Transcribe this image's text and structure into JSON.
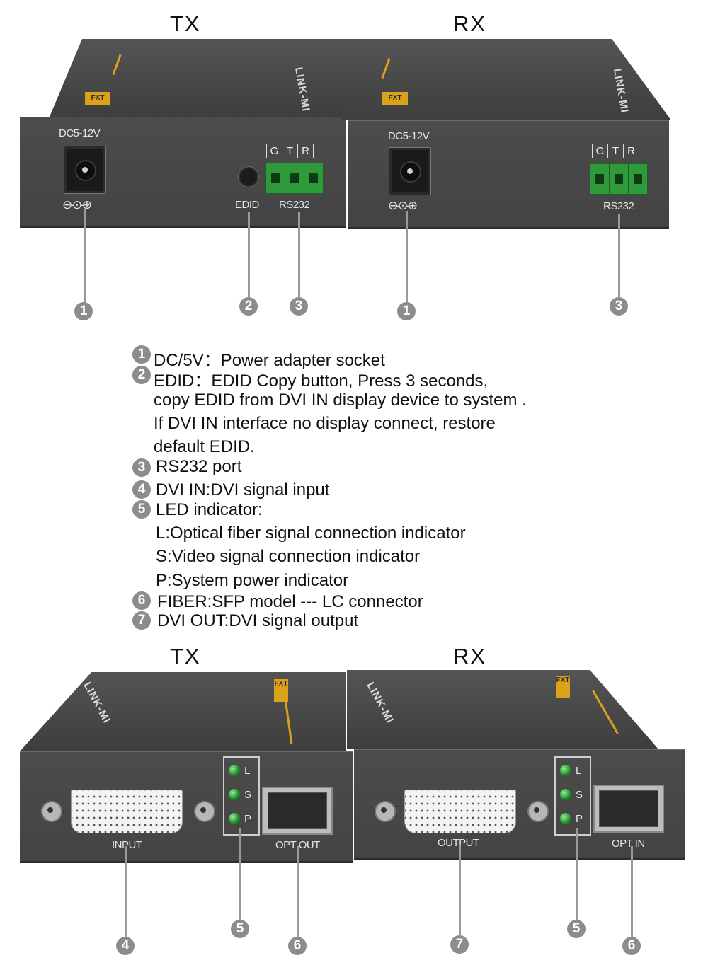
{
  "titles": {
    "tx_top": "TX",
    "rx_top": "RX",
    "tx_bottom": "TX",
    "rx_bottom": "RX"
  },
  "brand": "LINK-MI",
  "tag": "FXT",
  "rear_tx": {
    "dc_label": "DC5-12V",
    "edid_label": "EDID",
    "rs232_label": "RS232",
    "terminals": [
      "G",
      "T",
      "R"
    ]
  },
  "rear_rx": {
    "dc_label": "DC5-12V",
    "rs232_label": "RS232",
    "terminals": [
      "G",
      "T",
      "R"
    ]
  },
  "front_tx": {
    "input_label": "INPUT",
    "opt_label": "OPT OUT",
    "leds": [
      "L",
      "S",
      "P"
    ]
  },
  "front_rx": {
    "output_label": "OUTPUT",
    "opt_label": "OPT IN",
    "leds": [
      "L",
      "S",
      "P"
    ]
  },
  "polarity": "⊖-⊙-⊕",
  "callouts": {
    "n1": "1",
    "n2": "2",
    "n3": "3",
    "n4": "4",
    "n5": "5",
    "n6": "6",
    "n7": "7"
  },
  "legend": {
    "item1": "DC/5V：Power adapter socket",
    "item2": "EDID：EDID Copy button, Press 3 seconds,",
    "item2_line2": "copy EDID from DVI IN display device to system .",
    "item2_line3": "If DVI IN interface no display connect, restore",
    "item2_line4": "default EDID.",
    "item3": "RS232 port",
    "item4": "DVI IN:DVI signal input",
    "item5": "LED indicator:",
    "item5_l": "L:Optical fiber signal connection indicator",
    "item5_s": "S:Video signal connection indicator",
    "item5_p": "P:System power indicator",
    "item6": "FIBER:SFP model --- LC connector",
    "item7": "DVI OUT:DVI signal output"
  }
}
